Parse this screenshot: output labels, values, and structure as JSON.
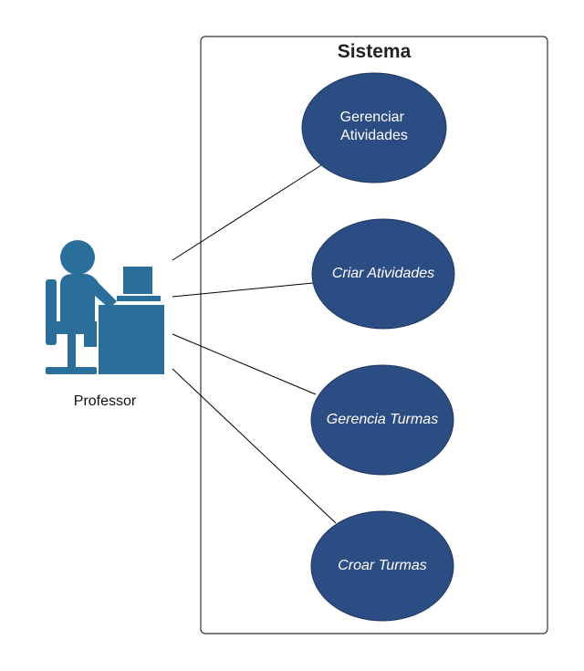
{
  "colors": {
    "usecase_fill": "#2c4d84",
    "actor_fill": "#2a6f9c",
    "line": "#000000",
    "boundary": "#333333"
  },
  "system": {
    "title": "Sistema"
  },
  "actor": {
    "name": "Professor",
    "icon": "person-at-computer-icon"
  },
  "usecases": [
    {
      "id": "uc1",
      "lines": [
        "Gerenciar",
        "Atividades"
      ],
      "italic": false
    },
    {
      "id": "uc2",
      "lines": [
        "Criar Atividades"
      ],
      "italic": true
    },
    {
      "id": "uc3",
      "lines": [
        "Gerencia Turmas"
      ],
      "italic": true
    },
    {
      "id": "uc4",
      "lines": [
        "Croar Turmas"
      ],
      "italic": true
    }
  ]
}
